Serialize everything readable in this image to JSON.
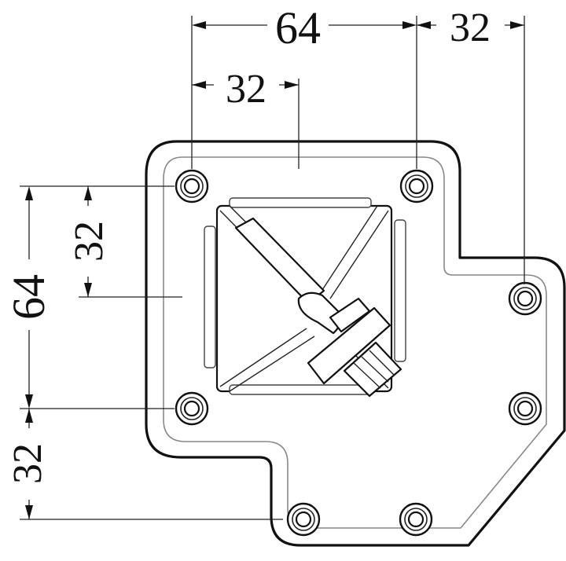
{
  "dimensions": {
    "top_width": "64",
    "top_right": "32",
    "top_inner": "32",
    "left_height": "64",
    "left_inner": "32",
    "left_bottom": "32"
  }
}
